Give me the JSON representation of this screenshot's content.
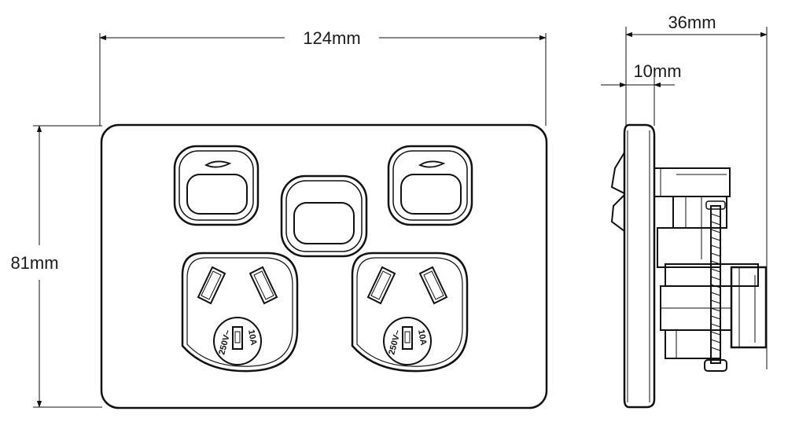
{
  "dimensions": {
    "width": "124mm",
    "height": "81mm",
    "depth": "36mm",
    "plate_thickness": "10mm"
  },
  "socket_rating": {
    "voltage": "250V~",
    "current": "10A"
  },
  "colors": {
    "line": "#111111",
    "background": "#ffffff"
  }
}
